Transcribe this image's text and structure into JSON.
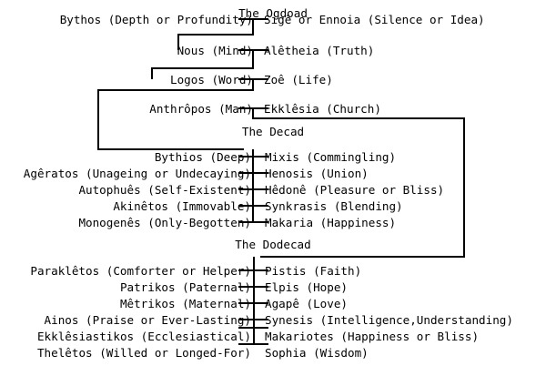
{
  "diagram": {
    "title_ogdoad": "The Ogdoad",
    "title_decad": "The Decad",
    "title_dodecad": "The Dodecad",
    "colors": {
      "background": "#ffffff",
      "ink": "#000000",
      "line": "#000000"
    },
    "ogdoad": {
      "heading": "The Ogdoad",
      "pairs": [
        {
          "left": "Bythos (Depth or Profundity)",
          "right": "Sigê or Ennoia (Silence or Idea)"
        },
        {
          "left": "Nous (Mind)",
          "right": "Alêtheia (Truth)"
        },
        {
          "left": "Logos (Word)",
          "right": "Zoê (Life)"
        },
        {
          "left": "Anthrôpos (Man)",
          "right": "Ekklêsia (Church)"
        }
      ]
    },
    "decad": {
      "heading": "The Decad",
      "pairs": [
        {
          "left": "Bythios (Deep)",
          "right": "Mixis (Commingling)"
        },
        {
          "left": "Agêratos (Unageing or Undecaying)",
          "right": "Henosis (Union)"
        },
        {
          "left": "Autophuês (Self-Existent)",
          "right": "Hêdonê (Pleasure or Bliss)"
        },
        {
          "left": "Akinêtos (Immovable)",
          "right": "Synkrasis (Blending)"
        },
        {
          "left": "Monogenês (Only-Begotten)",
          "right": "Makaria (Happiness)"
        }
      ]
    },
    "dodecad": {
      "heading": "The Dodecad",
      "pairs": [
        {
          "left": "Paraklêtos (Comforter or Helper)",
          "right": "Pistis (Faith)"
        },
        {
          "left": "Patrikos (Paternal)",
          "right": "Elpis (Hope)"
        },
        {
          "left": "Mêtrikos (Maternal)",
          "right": "Agapê (Love)"
        },
        {
          "left": "Ainos (Praise or Ever-Lasting)",
          "right": "Synesis (Intelligence,Understanding)"
        },
        {
          "left": "Ekklêsiastikos (Ecclesiastical)",
          "right": "Makariotes (Happiness or Bliss)"
        },
        {
          "left": "Thelêtos (Willed or Longed-For)",
          "right": "Sophia (Wisdom)"
        }
      ]
    }
  }
}
